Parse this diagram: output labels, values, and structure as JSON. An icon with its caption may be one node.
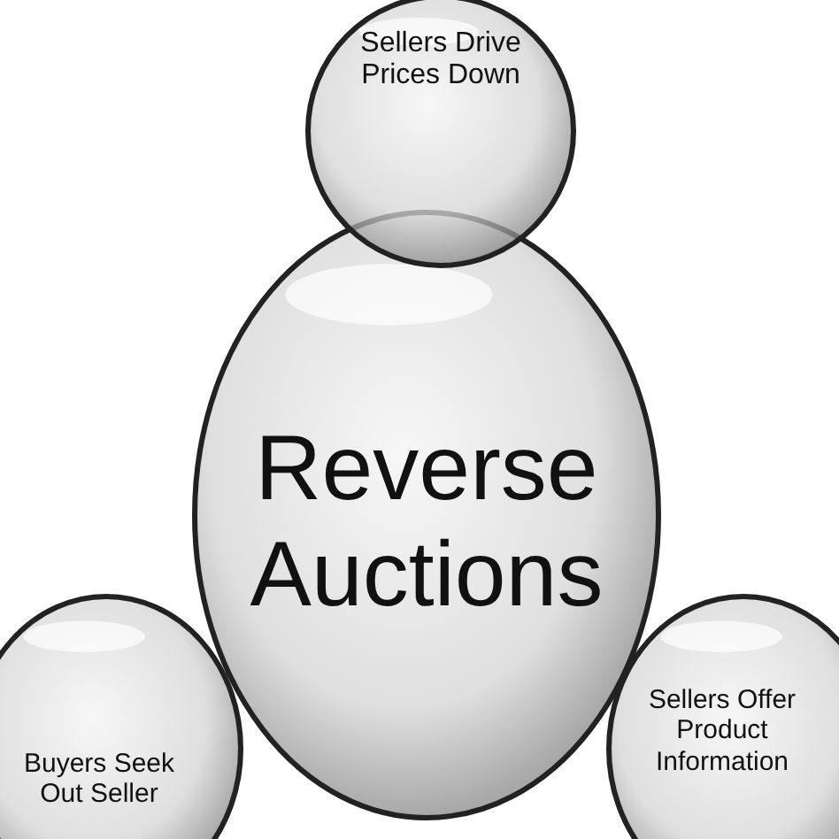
{
  "diagram": {
    "nodes": [
      {
        "text": [
          "Sellers Drive Prices Down"
        ]
      },
      {
        "text": [
          "Reverse Auctions"
        ]
      },
      {
        "text": [
          "Buyers Seek Out Seller"
        ]
      },
      {
        "text": [
          "Sellers Offer Product Information"
        ]
      }
    ]
  }
}
